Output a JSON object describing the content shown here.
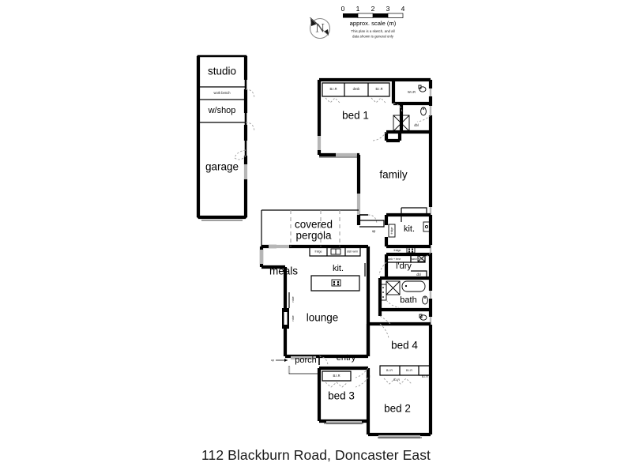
{
  "title": "112 Blackburn Road, Doncaster East",
  "scale_bar": {
    "ticks": [
      "0",
      "1",
      "2",
      "3",
      "4"
    ],
    "caption": "approx. scale (m)",
    "note_line1": "This plan is a sketch, and all",
    "note_line2": "data shown is general only"
  },
  "compass": {
    "label": "N"
  },
  "outbuilding": {
    "rooms": [
      {
        "name": "studio",
        "label": "studio"
      },
      {
        "name": "work-bench",
        "label": "work bench"
      },
      {
        "name": "workshop",
        "label": "w/shop"
      },
      {
        "name": "garage",
        "label": "garage"
      }
    ]
  },
  "house": {
    "rooms": [
      {
        "name": "bed-1",
        "label": "bed 1"
      },
      {
        "name": "family",
        "label": "family"
      },
      {
        "name": "kitchen-upper",
        "label": "kit."
      },
      {
        "name": "laundry",
        "label": "l'dry"
      },
      {
        "name": "bath",
        "label": "bath"
      },
      {
        "name": "covered-pergola",
        "label_line1": "covered",
        "label_line2": "pergola"
      },
      {
        "name": "meals",
        "label": "meals"
      },
      {
        "name": "kitchen-main",
        "label": "kit."
      },
      {
        "name": "lounge",
        "label": "lounge"
      },
      {
        "name": "porch",
        "label": "porch"
      },
      {
        "name": "entry",
        "label": "entry"
      },
      {
        "name": "bed-2",
        "label": "bed 2"
      },
      {
        "name": "bed-3",
        "label": "bed 3"
      },
      {
        "name": "bed-4",
        "label": "bed 4"
      }
    ],
    "annotations": {
      "bir": "B.I.R",
      "wir": "W.I.R",
      "desk": "desk",
      "dbl": "dbl",
      "fridge": "fridge",
      "dishwasher": "dish w/m",
      "sink_trough": "sink + trne",
      "washing_machine": "wash m/c",
      "up": "up",
      "robe": "robe"
    }
  },
  "colors": {
    "wall": "#000000",
    "window": "#b6b6b6",
    "door_swing": "#9d9d9d",
    "background": "#ffffff"
  }
}
